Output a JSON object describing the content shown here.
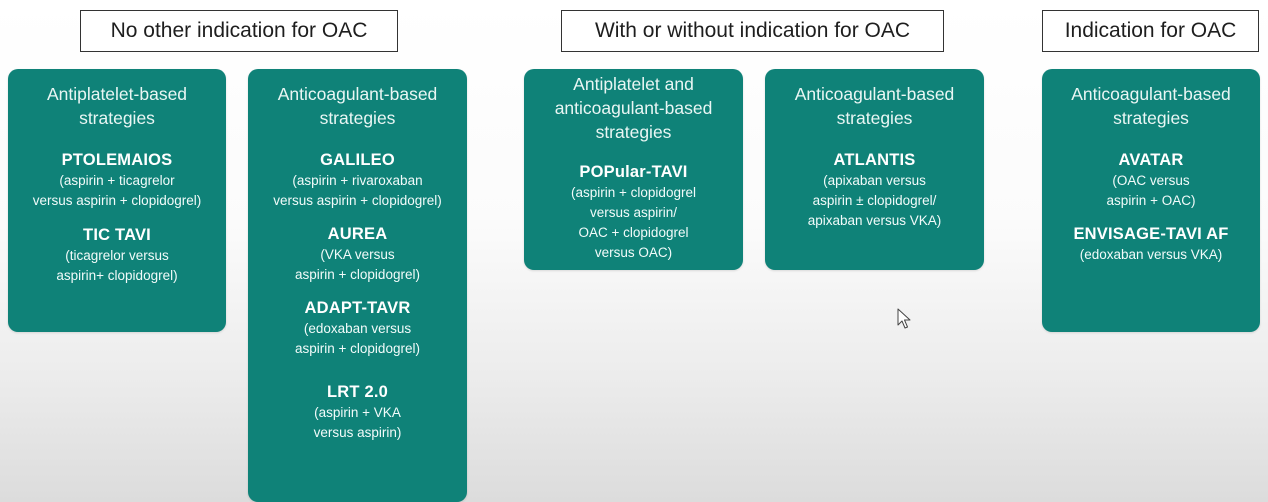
{
  "headers": [
    {
      "label": "No other indication for OAC"
    },
    {
      "label": "With or without indication for OAC"
    },
    {
      "label": "Indication for OAC"
    }
  ],
  "cards": [
    {
      "title": "Antiplatelet-based\nstrategies",
      "trials": [
        {
          "name": "PTOLEMAIOS",
          "detail": "(aspirin + ticagrelor\nversus aspirin + clopidogrel)"
        },
        {
          "name": "TIC TAVI",
          "detail": "(ticagrelor versus\naspirin+ clopidogrel)"
        }
      ]
    },
    {
      "title": "Anticoagulant-based\nstrategies",
      "trials": [
        {
          "name": "GALILEO",
          "detail": "(aspirin + rivaroxaban\nversus aspirin + clopidogrel)"
        },
        {
          "name": "AUREA",
          "detail": "(VKA versus\naspirin + clopidogrel)"
        },
        {
          "name": "ADAPT-TAVR",
          "detail": "(edoxaban versus\naspirin + clopidogrel)"
        },
        {
          "name": "LRT 2.0",
          "detail": "(aspirin + VKA\nversus aspirin)"
        }
      ]
    },
    {
      "title": "Antiplatelet and\nanticoagulant-based\nstrategies",
      "trials": [
        {
          "name": "POPular-TAVI",
          "detail": "(aspirin + clopidogrel\nversus aspirin/\nOAC + clopidogrel\nversus OAC)"
        }
      ]
    },
    {
      "title": "Anticoagulant-based\nstrategies",
      "trials": [
        {
          "name": "ATLANTIS",
          "detail": "(apixaban versus\naspirin ± clopidogrel/\napixaban versus VKA)"
        }
      ]
    },
    {
      "title": "Anticoagulant-based\nstrategies",
      "trials": [
        {
          "name": "AVATAR",
          "detail": "(OAC versus\naspirin + OAC)"
        },
        {
          "name": "ENVISAGE-TAVI AF",
          "detail": "(edoxaban versus VKA)"
        }
      ]
    }
  ],
  "icons": {
    "cursor": "mouse-pointer-icon"
  }
}
